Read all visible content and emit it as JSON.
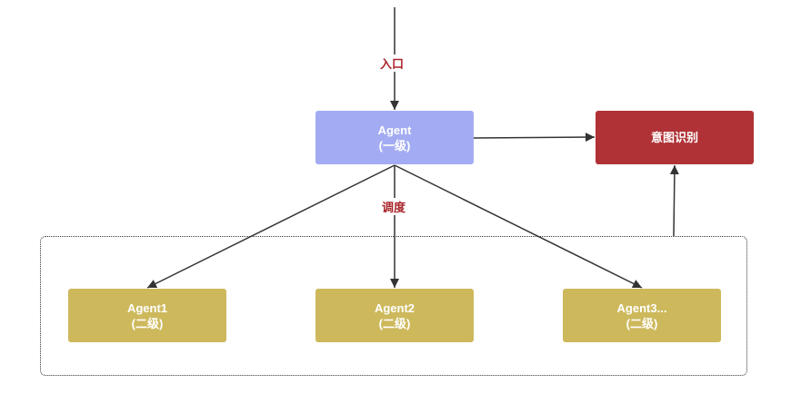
{
  "colors": {
    "primary_node": "#A3ACF2",
    "intent_node": "#B03236",
    "sub_node": "#CDB95C",
    "edge": "#333333",
    "edge_label": "#A8252B",
    "node_text": "#FFFFFF"
  },
  "edges": {
    "entry_label": "入口",
    "dispatch_label": "调度"
  },
  "nodes": {
    "main": {
      "line1": "Agent",
      "line2": "(一级)"
    },
    "intent": {
      "line1": "意图识别"
    },
    "sub": [
      {
        "line1": "Agent1",
        "line2": "(二级)"
      },
      {
        "line1": "Agent2",
        "line2": "(二级)"
      },
      {
        "line1": "Agent3...",
        "line2": "(二级)"
      }
    ]
  }
}
